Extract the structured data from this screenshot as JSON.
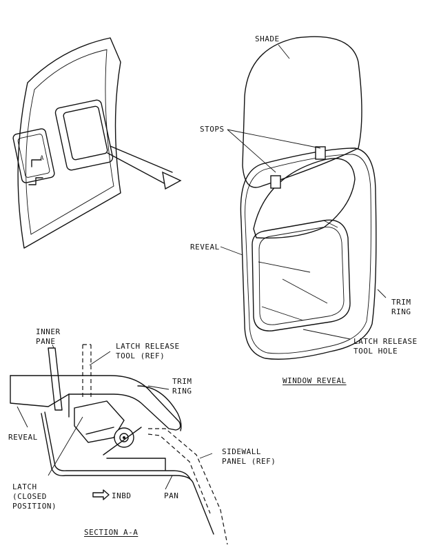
{
  "labels": {
    "shade": "SHADE",
    "stops": "STOPS",
    "reveal_top": "REVEAL",
    "trim_top_1": "TRIM",
    "trim_top_2": "RING",
    "latch_hole_1": "LATCH RELEASE",
    "latch_hole_2": "TOOL HOLE",
    "window_reveal_caption": "WINDOW REVEAL",
    "inner_1": "INNER",
    "inner_2": "PANE",
    "latch_tool_1": "LATCH RELEASE",
    "latch_tool_2": "TOOL (REF)",
    "trim_bottom_1": "TRIM",
    "trim_bottom_2": "RING",
    "reveal_bottom": "REVEAL",
    "sidewall_1": "SIDEWALL",
    "sidewall_2": "PANEL (REF)",
    "latch_1": "LATCH",
    "latch_2": "(CLOSED",
    "latch_3": "POSITION)",
    "inbd": "INBD",
    "pan": "PAN",
    "section_caption": "SECTION A-A",
    "section_marker": "A"
  }
}
